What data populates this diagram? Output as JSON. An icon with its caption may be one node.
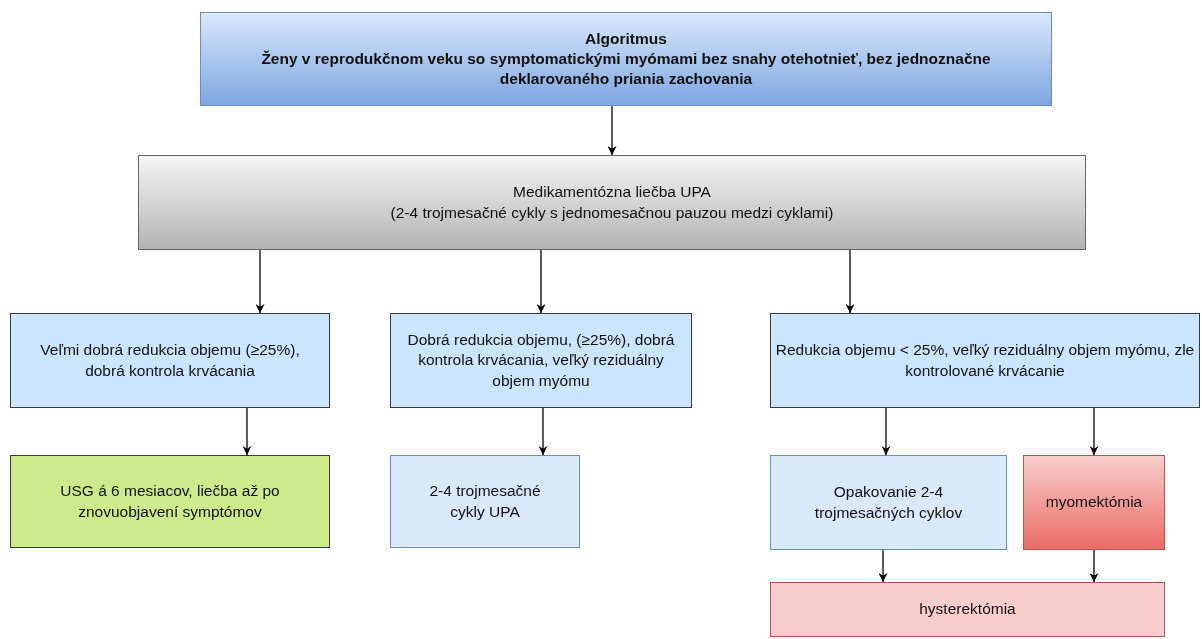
{
  "diagram": {
    "nodes": [
      {
        "text": [
          "Algoritmus",
          "Ženy v reprodukčnom veku so symptomatickými myómami bez snahy otehotnieť, bez jednoznačne deklarovaného priania zachovania"
        ]
      },
      {
        "text": [
          "Medikamentózna liečba UPA",
          "(2-4 trojmesačné cykly s jednomesačnou pauzou medzi cyklami)"
        ]
      },
      {
        "text": [
          "Veľmi dobrá redukcia objemu (≥25%), dobrá kontrola krvácania"
        ]
      },
      {
        "text": [
          "Dobrá redukcia objemu, (≥25%), dobrá kontrola krvácania, veľký reziduálny objem myómu"
        ]
      },
      {
        "text": [
          "Redukcia objemu < 25%, veľký reziduálny objem myómu, zle kontrolované krvácanie"
        ]
      },
      {
        "text": [
          "USG á 6 mesiacov, liečba až po znovuobjavení symptómov"
        ]
      },
      {
        "text": [
          "2-4 trojmesačné cykly UPA"
        ]
      },
      {
        "text": [
          "Opakovanie 2-4 trojmesačných cyklov"
        ]
      },
      {
        "text": [
          "myomektómia"
        ]
      },
      {
        "text": [
          "hysterektómia"
        ]
      }
    ],
    "edges": [
      {
        "from": 0,
        "to": 1,
        "arrow": "to"
      },
      {
        "from": 1,
        "to": 2,
        "arrow": "to"
      },
      {
        "from": 1,
        "to": 3,
        "arrow": "to"
      },
      {
        "from": 1,
        "to": 4,
        "arrow": "to"
      },
      {
        "from": 2,
        "to": 5,
        "arrow": "to"
      },
      {
        "from": 3,
        "to": 6,
        "arrow": "to"
      },
      {
        "from": 4,
        "to": 7,
        "arrow": "to"
      },
      {
        "from": 4,
        "to": 8,
        "arrow": "to"
      },
      {
        "from": 7,
        "to": 9,
        "arrow": "to"
      },
      {
        "from": 8,
        "to": 9,
        "arrow": "to"
      }
    ]
  }
}
